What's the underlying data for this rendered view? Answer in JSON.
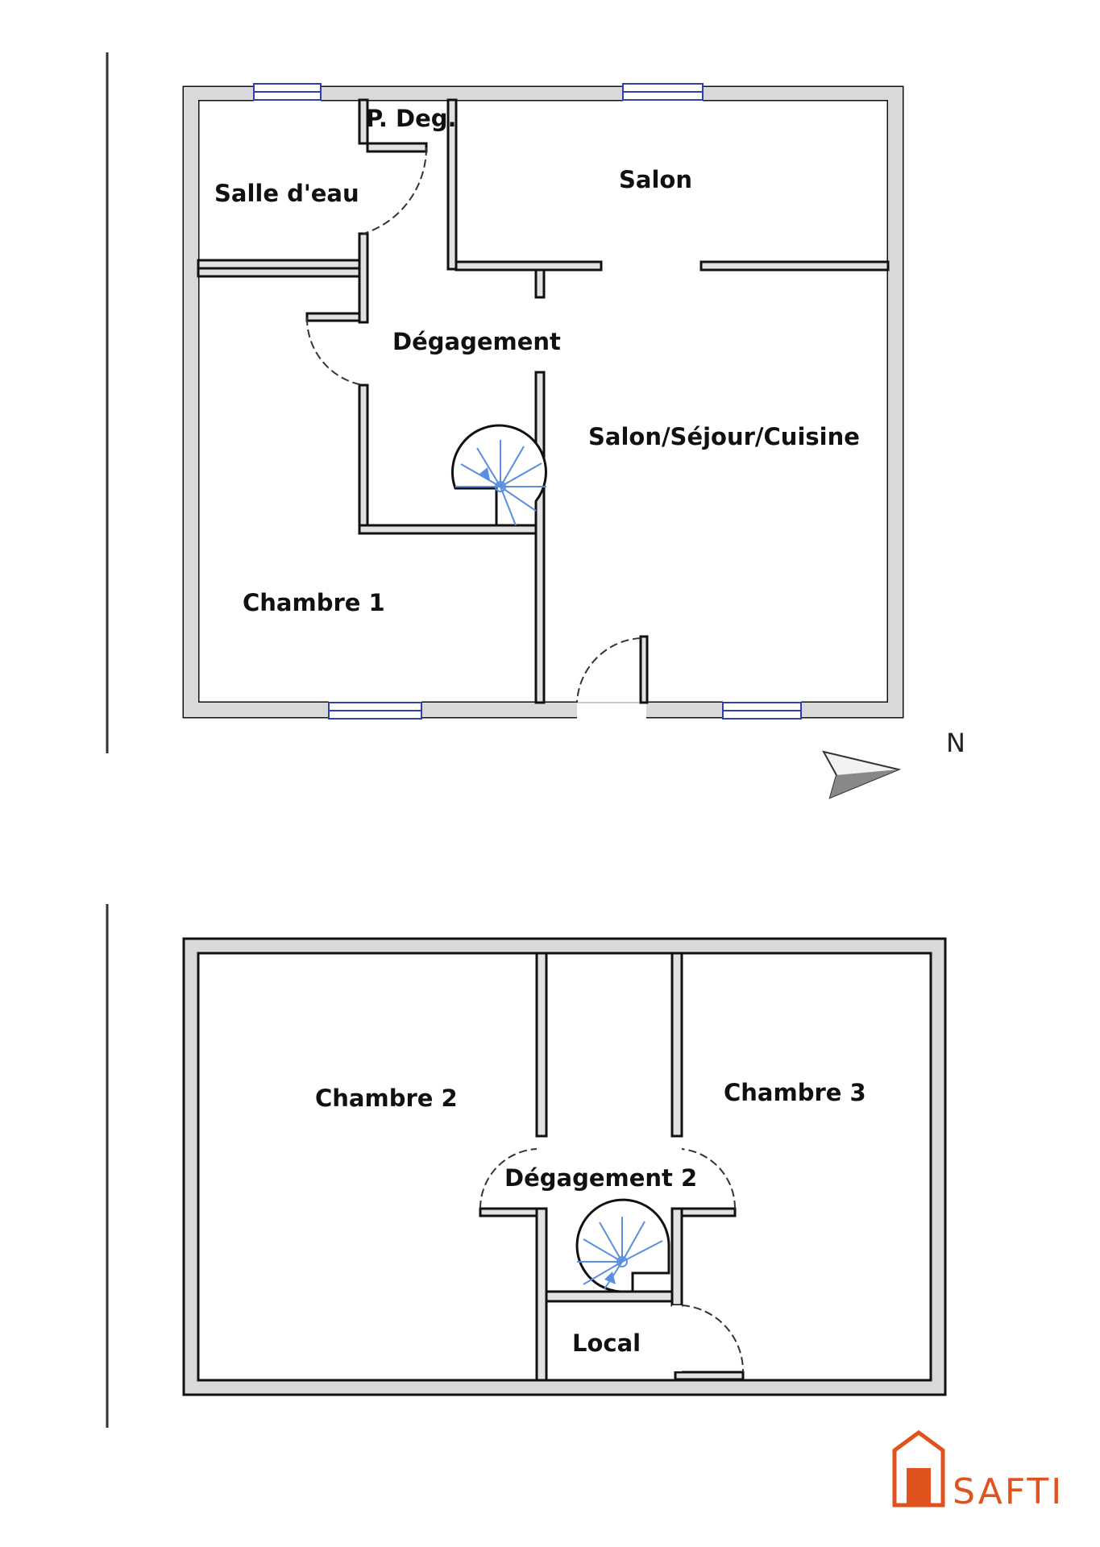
{
  "ground_floor": {
    "rooms": {
      "salle_deau": "Salle d'eau",
      "p_deg": "P. Deg.",
      "salon": "Salon",
      "degagement": "Dégagement",
      "salon_sejour_cuisine": "Salon/Séjour/Cuisine",
      "chambre_1": "Chambre 1"
    }
  },
  "upper_floor": {
    "rooms": {
      "chambre_2": "Chambre 2",
      "chambre_3": "Chambre 3",
      "degagement_2": "Dégagement 2",
      "local": "Local"
    }
  },
  "compass": {
    "label": "N"
  },
  "logo": {
    "text": "SAFTI",
    "color": "#e0531f"
  },
  "colors": {
    "wall": "#111111",
    "window": "#2f3fb0",
    "stairs": "#5a8ee0"
  }
}
